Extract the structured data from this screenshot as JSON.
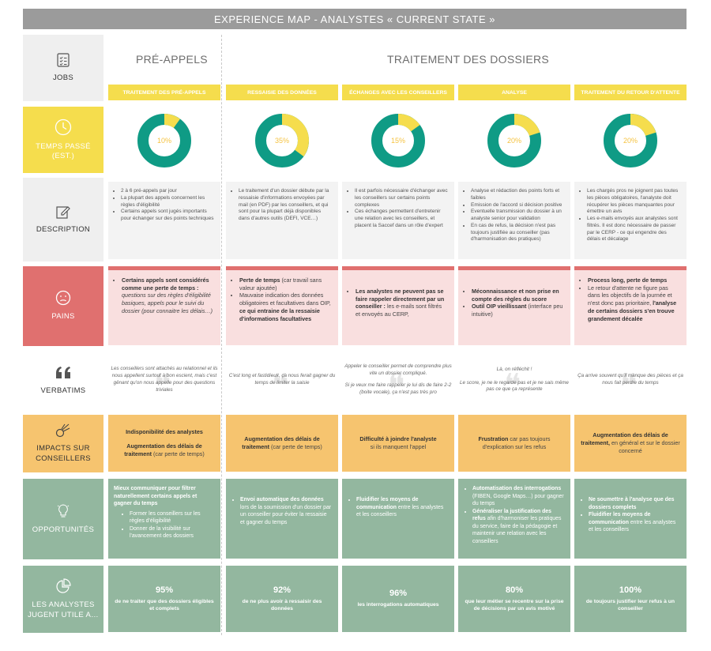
{
  "title": "EXPERIENCE MAP - ANALYSTES « CURRENT STATE »",
  "labels": {
    "jobs": "JOBS",
    "temps_line1": "TEMPS PASSÉ",
    "temps_line2": "(EST.)",
    "description": "DESCRIPTION",
    "pains": "PAINS",
    "verbatims": "VERBATIMS",
    "impacts_line1": "IMPACTS SUR",
    "impacts_line2": "CONSEILLERS",
    "opportunites": "OPPORTUNITÉS",
    "analystes_line1": "LES ANALYSTES",
    "analystes_line2": "JUGENT UTILE A…"
  },
  "sections": {
    "pre_appels": "PRÉ-APPELS",
    "traitement": "TRAITEMENT DES DOSSIERS"
  },
  "colors": {
    "teal": "#0f9b85",
    "yellow": "#f5dd4d",
    "red": "#e0706f",
    "orange": "#f6c46f",
    "green": "#93b79f"
  },
  "icons": [
    "checklist-icon",
    "clock-icon",
    "edit-icon",
    "sad-face-icon",
    "quote-icon",
    "comet-icon",
    "lightbulb-icon",
    "pie-chart-icon"
  ],
  "columns": [
    {
      "job": "TRAITEMENT DES PRÉ-APPELS",
      "time_label": "10%",
      "time_pct": 10,
      "desc": [
        "2 à 6 pré-appels par jour",
        "La plupart des appels concernent les règles d'éligibilité",
        "Certains appels sont jugés importants pour échanger sur des points techniques"
      ],
      "pain": {
        "bold1": "Certains appels sont considérés comme une perte de temps :",
        "italic1": " questions sur des règles d'éligibilité basiques, appels pour le suivi du dossier (pour connaitre les délais…)"
      },
      "verbatim": "Les conseillers sont attachés au relationnel et ils nous appellent surtout à bon escient, mais c'est gênant qu'on nous appelle pour des questions triviales",
      "impact": {
        "bold1": "Indisponibilité des analystes",
        "bold2": "Augmentation des délais de traitement",
        "rest2": " (car perte de temps)"
      },
      "opp": {
        "bold": "Mieux communiquer pour filtrer naturellement certains appels et gagner du temps",
        "sub": [
          "Former les conseillers sur les règles d'éligibilité",
          "Donner de la visibilité sur l'avancement des dossiers"
        ]
      },
      "stat": {
        "pct": "95%",
        "text": "de ne traiter que des dossiers éligibles et complets"
      }
    },
    {
      "job": "RESSAISIE DES DONNÉES",
      "time_label": "35%",
      "time_pct": 35,
      "desc": [
        "Le traitement d'un dossier débute par la ressaisie d'informations envoyées par mail (en PDF) par les conseillers, et qui sont pour la plupart déjà disponibles dans d'autres outils (DEFI, VCE…)"
      ],
      "pain": {
        "bold1": "Perte de temps",
        "rest1": " (car travail sans valeur ajoutée)",
        "rest2": "Mauvaise indication des données obligatoires et facultatives dans OIP,",
        "bold2": " ce qui entraine de la ressaisie d'informations facultatives"
      },
      "verbatim": "C'est long et fastidieux, ça nous ferait gagner du temps de limiter la saisie",
      "impact": {
        "bold1": "Augmentation des délais de traitement",
        "rest1": " (car perte de temps)"
      },
      "opp": {
        "bold": "Envoi automatique des données",
        "rest": " lors de la soumission d'un dossier par un conseiller pour éviter la ressaisie et gagner du temps"
      },
      "stat": {
        "pct": "92%",
        "text": "de ne plus avoir à ressaisir des données"
      }
    },
    {
      "job": "ÉCHANGES AVEC LES CONSEILLERS",
      "time_label": "15%",
      "time_pct": 15,
      "desc": [
        "Il est parfois nécessaire d'échanger avec les conseillers sur certains points complexes",
        "Ces échanges permettent d'entretenir une relation avec les conseillers, et placent la Saccef dans un rôle d'expert"
      ],
      "pain": {
        "bold1": "Les analystes ne peuvent pas se faire rappeler directement par un conseiller :",
        "rest1": " les e-mails sont filtrés et envoyés au CERP,"
      },
      "verbatim1": "Appeler le conseiller permet de comprendre plus vite un dossier compliqué.",
      "verbatim2": "Si je veux me faire rappeler je lui dis de faire 2-2 (boite vocale), ça n'est pas très pro",
      "impact": {
        "bold1": "Difficulté à joindre l'analyste",
        "rest1": " si ils manquent l'appel"
      },
      "opp": {
        "bold": "Fluidifier les moyens de communication",
        "rest": " entre les analystes et les conseillers"
      },
      "stat": {
        "pct": "96%",
        "text": "les interrogations automatiques"
      }
    },
    {
      "job": "ANALYSE",
      "time_label": "20%",
      "time_pct": 20,
      "desc": [
        "Analyse et rédaction des points forts et faibles",
        "Emission de l'accord si décision positive",
        "Eventuelle transmission du dossier à un analyste senior pour validation",
        "En cas de refus, la décision n'est pas toujours justifiée au conseiller (pas d'harmonisation des pratiques)"
      ],
      "pain": {
        "bold1": "Méconnaissance et non prise en compte des règles du score",
        "bold2": "Outil OIP vieillissant",
        "rest2": " (interface peu intuitive)"
      },
      "verbatim1": "Là, on réfléchit !",
      "verbatim2": "Le score, je ne le regarde pas et je ne sais même pas ce que ça représente",
      "impact": {
        "bold1": "Frustration",
        "rest1": " car pas toujours d'explication sur les refus"
      },
      "opp": {
        "b1": "Automatisation des interrogations",
        "r1": " (FIBEN, Google Maps…) pour gagner du temps",
        "b2": "Généraliser la justification des refus",
        "r2": " afin d'harmoniser les pratiques du service, faire de la pédagogie et maintenir une relation avec les conseillers"
      },
      "stat": {
        "pct": "80%",
        "text": "que leur métier se recentre sur la prise de décisions par un avis motivé"
      }
    },
    {
      "job": "TRAITEMENT DU RETOUR D'ATTENTE",
      "time_label": "20%",
      "time_pct": 20,
      "desc": [
        "Les chargés pros ne joignent pas toutes les pièces obligatoires, l'analyste doit récupérer les pièces manquantes pour émettre un avis",
        "Les e-mails envoyés aux analystes sont filtrés. Il est donc nécessaire de passer par le CERP - ce qui engendre des délais et décalage"
      ],
      "pain": {
        "bold1": "Process long, perte de temps",
        "rest2": "Le retour d'attente ne figure pas dans les objectifs de la journée et n'est donc pas prioritaire,",
        "bold2": " l'analyse de certains dossiers s'en trouve grandement décalée"
      },
      "verbatim": "Ça arrive souvent qu'il manque des pièces et ça nous fait perdre du temps",
      "impact": {
        "bold1": "Augmentation des délais de traitement,",
        "rest1": " en général et sur le dossier concerné"
      },
      "opp": {
        "b1": "Ne soumettre à l'analyse que des dossiers complets",
        "b2": "Fluidifier les moyens de communication",
        "r2": " entre les analystes et les conseillers"
      },
      "stat": {
        "pct": "100%",
        "text": "de toujours justifier leur refus à un conseiller"
      }
    }
  ]
}
